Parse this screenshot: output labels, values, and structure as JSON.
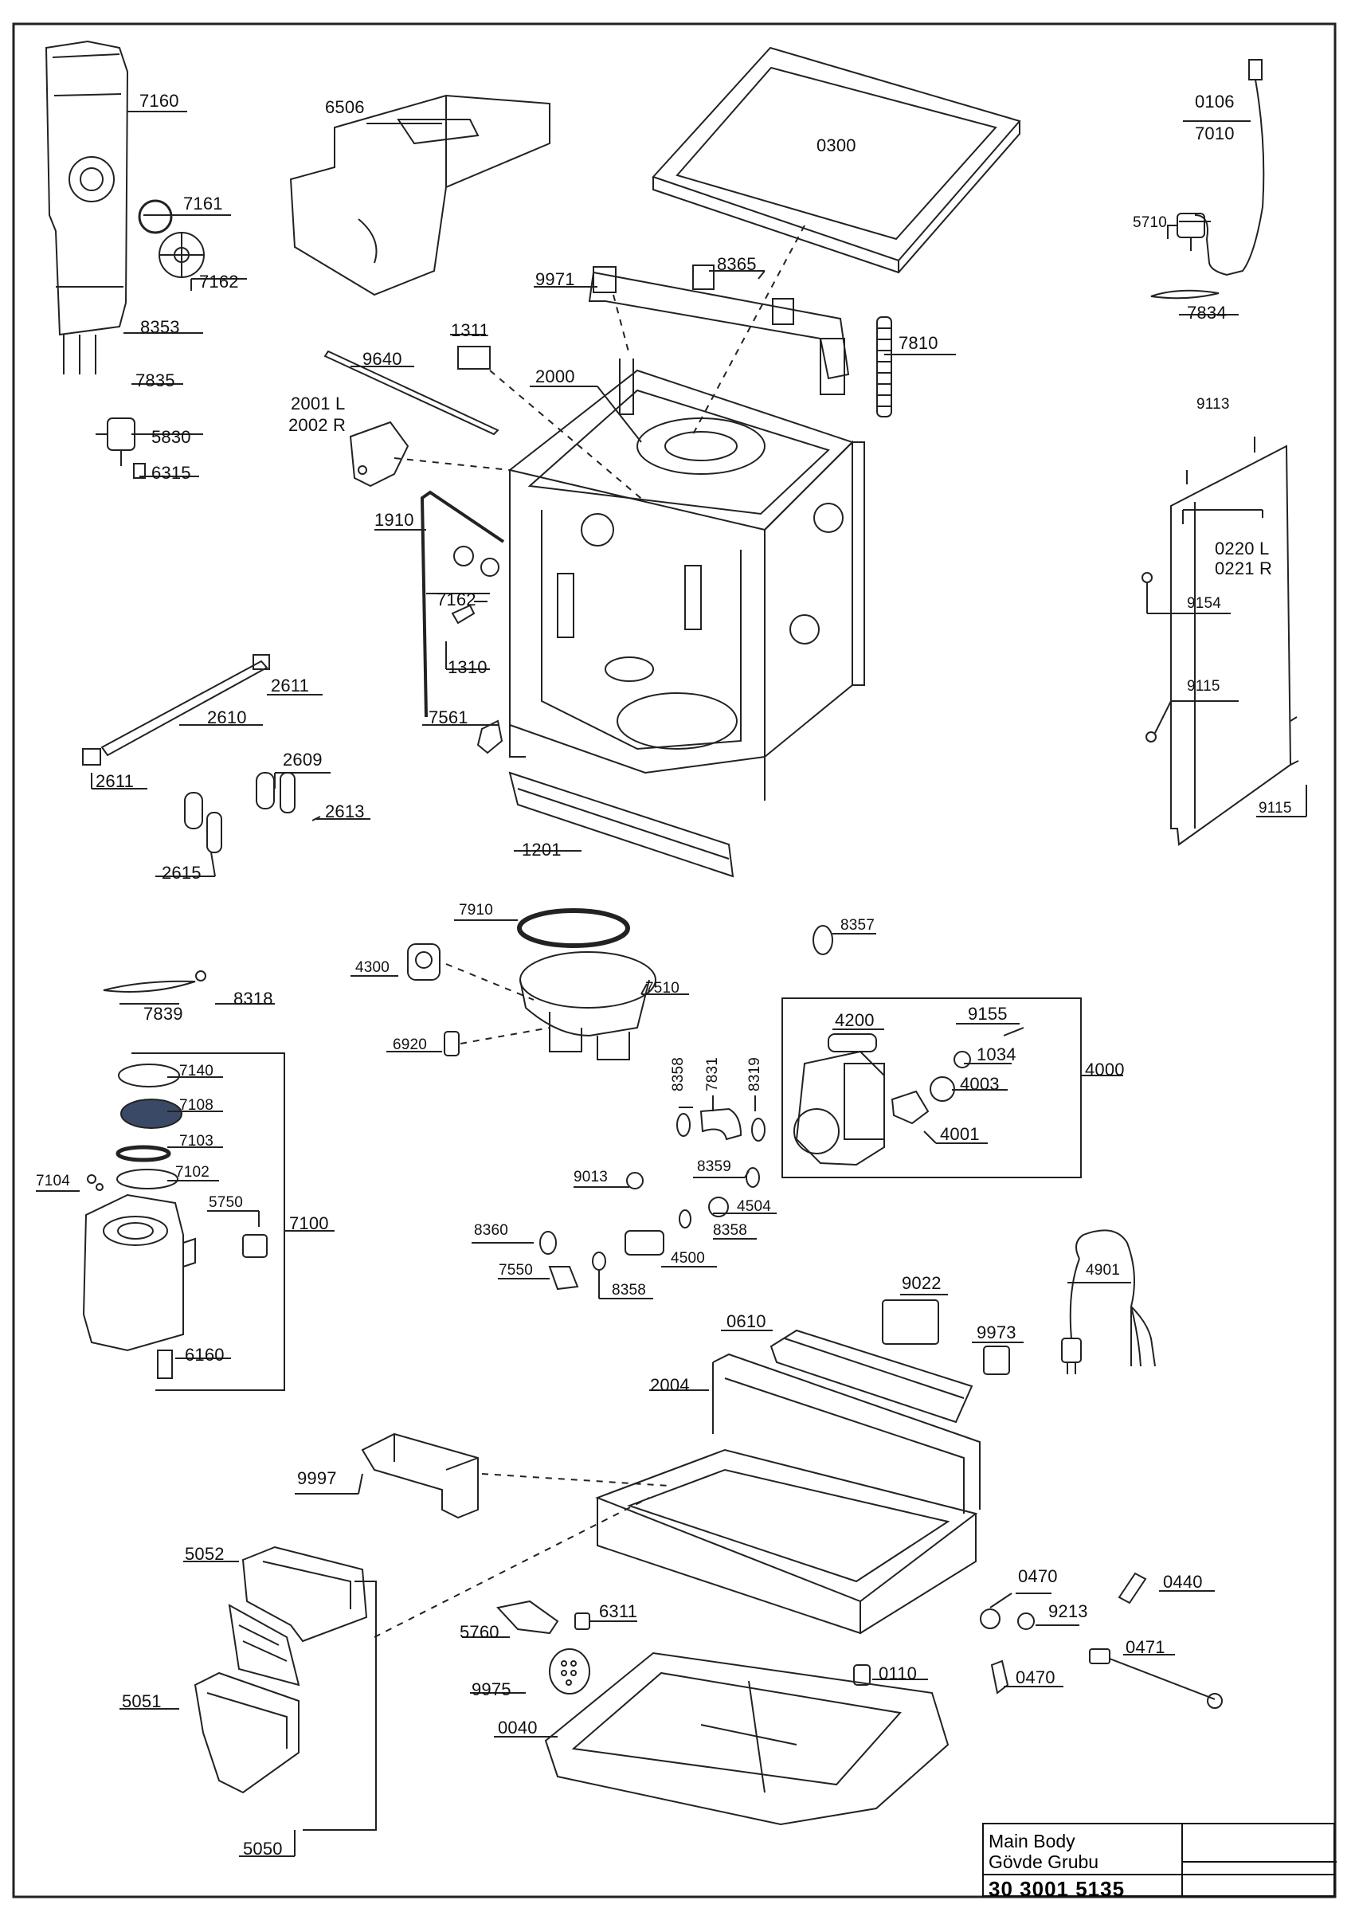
{
  "title_block": {
    "title_en": "Main Body",
    "title_tr": "Gövde Grubu",
    "code": "30 3001 5135"
  },
  "labels": {
    "l7160": "7160",
    "l6506": "6506",
    "l0300": "0300",
    "l0106": "0106",
    "l7010": "7010",
    "l7161": "7161",
    "l7162a": "7162",
    "l5710": "5710",
    "l8365": "8365",
    "l9971": "9971",
    "l7834": "7834",
    "l8353": "8353",
    "l1311": "1311",
    "l7810": "7810",
    "l9640": "9640",
    "l2000": "2000",
    "l7835": "7835",
    "l2001": "2001 L",
    "l2002": "2002 R",
    "l9113": "9113",
    "l5830": "5830",
    "l6315": "6315",
    "l1910": "1910",
    "l0220": "0220 L",
    "l0221": "0221 R",
    "l7162b": "7162",
    "l9154": "9154",
    "l1310": "1310",
    "l2611a": "2611",
    "l9115a": "9115",
    "l7561": "7561",
    "l2610": "2610",
    "l2609": "2609",
    "l2611b": "2611",
    "l2613": "2613",
    "l9115b": "9115",
    "l1201": "1201",
    "l2615": "2615",
    "l7910": "7910",
    "l8357": "8357",
    "l4300": "4300",
    "l7510": "7510",
    "l7839": "7839",
    "l8318": "8318",
    "l4200": "4200",
    "l9155": "9155",
    "l6920": "6920",
    "l1034": "1034",
    "l7140": "7140",
    "l8358a": "8358",
    "l7831": "7831",
    "l8319": "8319",
    "l4003": "4003",
    "l4000": "4000",
    "l7108": "7108",
    "l7103": "7103",
    "l4001": "4001",
    "l7104": "7104",
    "l7102": "7102",
    "l8359": "8359",
    "l9013": "9013",
    "l4504": "4504",
    "l5750": "5750",
    "l7100": "7100",
    "l8358b": "8358",
    "l8360": "8360",
    "l4500": "4500",
    "l4901": "4901",
    "l7550": "7550",
    "l8358c": "8358",
    "l9022": "9022",
    "l0610": "0610",
    "l9973": "9973",
    "l6160": "6160",
    "l2004": "2004",
    "l9997": "9997",
    "l5052": "5052",
    "l0470a": "0470",
    "l0440": "0440",
    "l6311": "6311",
    "l9213": "9213",
    "l5760": "5760",
    "l0471": "0471",
    "l0110": "0110",
    "l9975": "9975",
    "l0470b": "0470",
    "l5051": "5051",
    "l0040": "0040",
    "l5050": "5050"
  }
}
